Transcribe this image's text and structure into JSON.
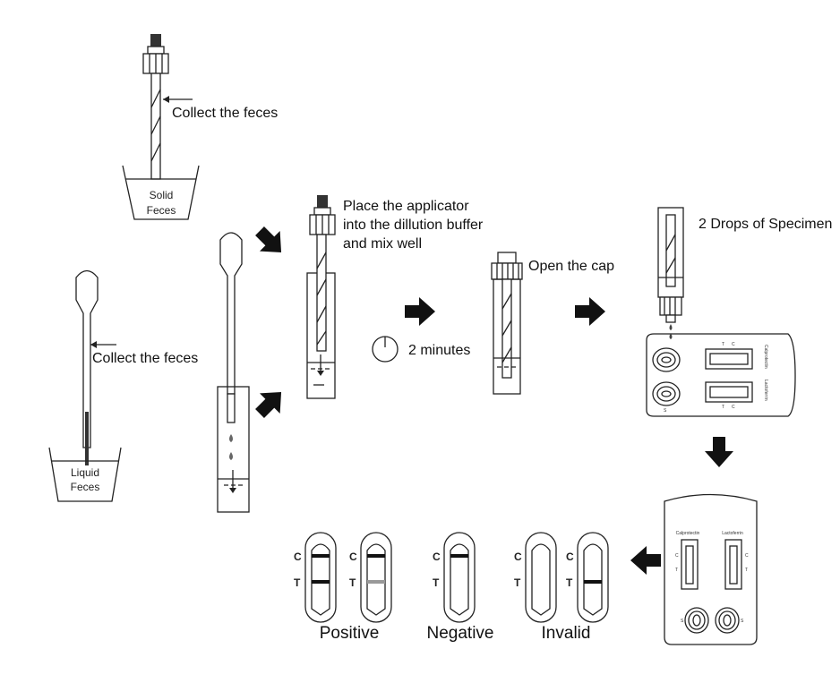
{
  "steps": {
    "collect_solid": "Collect the feces",
    "solid_container": [
      "Solid",
      "Feces"
    ],
    "collect_liquid": "Collect the feces",
    "liquid_container": [
      "Liquid",
      "Feces"
    ],
    "place_applicator": [
      "Place the applicator",
      "into the dillution buffer",
      "and mix well"
    ],
    "wait": "2 minutes",
    "open_cap": "Open the cap",
    "drops": "2 Drops of Specimen"
  },
  "cassette": {
    "window_labels": [
      "Calprotectin",
      "Lactoferrin"
    ],
    "c_label": "C",
    "t_label": "T",
    "s_label": "S"
  },
  "results": {
    "c_label": "C",
    "t_label": "T",
    "positive": "Positive",
    "negative": "Negative",
    "invalid": "Invalid"
  }
}
